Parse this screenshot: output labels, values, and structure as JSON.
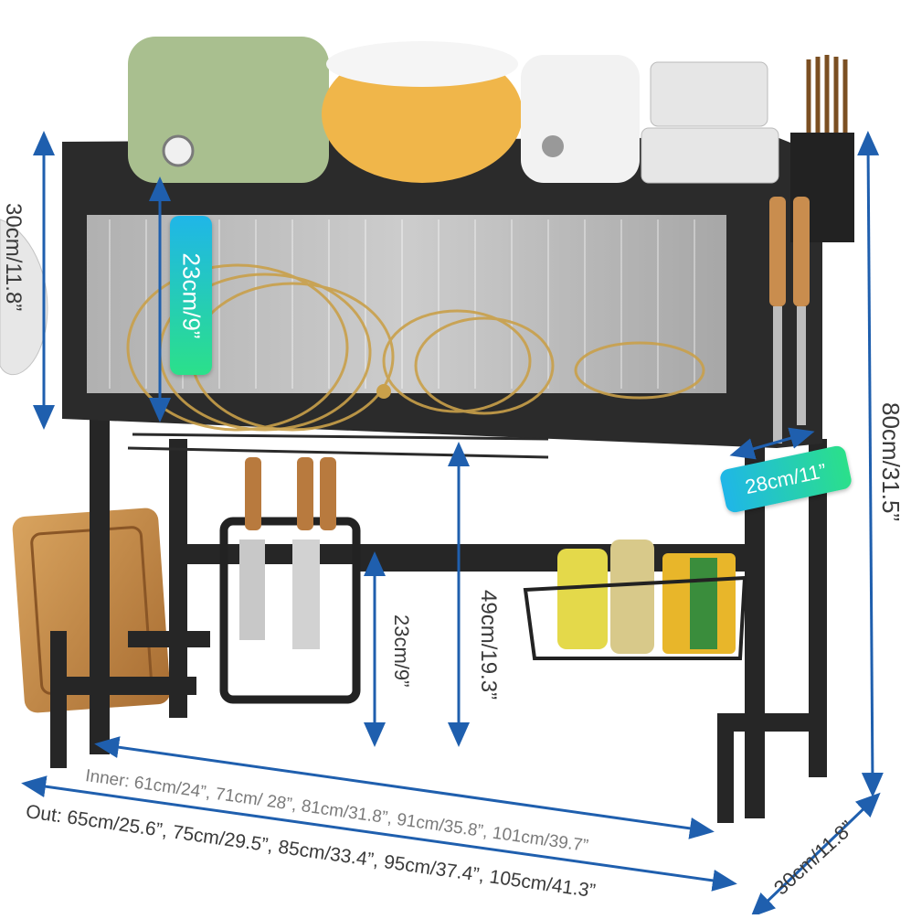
{
  "labels": {
    "height_top": "30cm/11.8”",
    "inner_top": "23cm/9”",
    "total_height": "80cm/31.5”",
    "cup_width": "28cm/11”",
    "lower_clear": "23cm/9”",
    "lower_height": "49cm/19.3”",
    "inner_width": "Inner: 61cm/24”, 71cm/ 28”, 81cm/31.8”, 91cm/35.8”, 101cm/39.7”",
    "out_width": "Out: 65cm/25.6”, 75cm/29.5”, 85cm/33.4”, 95cm/37.4”, 105cm/41.3”",
    "depth": "30cm/11.8”"
  },
  "colors": {
    "frame": "#2b2b2b",
    "arrow": "#1f5fae",
    "pill_start": "#22c4e0",
    "pill_end": "#29e08a",
    "pot_green": "#a9bf8f",
    "pot_orange": "#f0b64a"
  }
}
